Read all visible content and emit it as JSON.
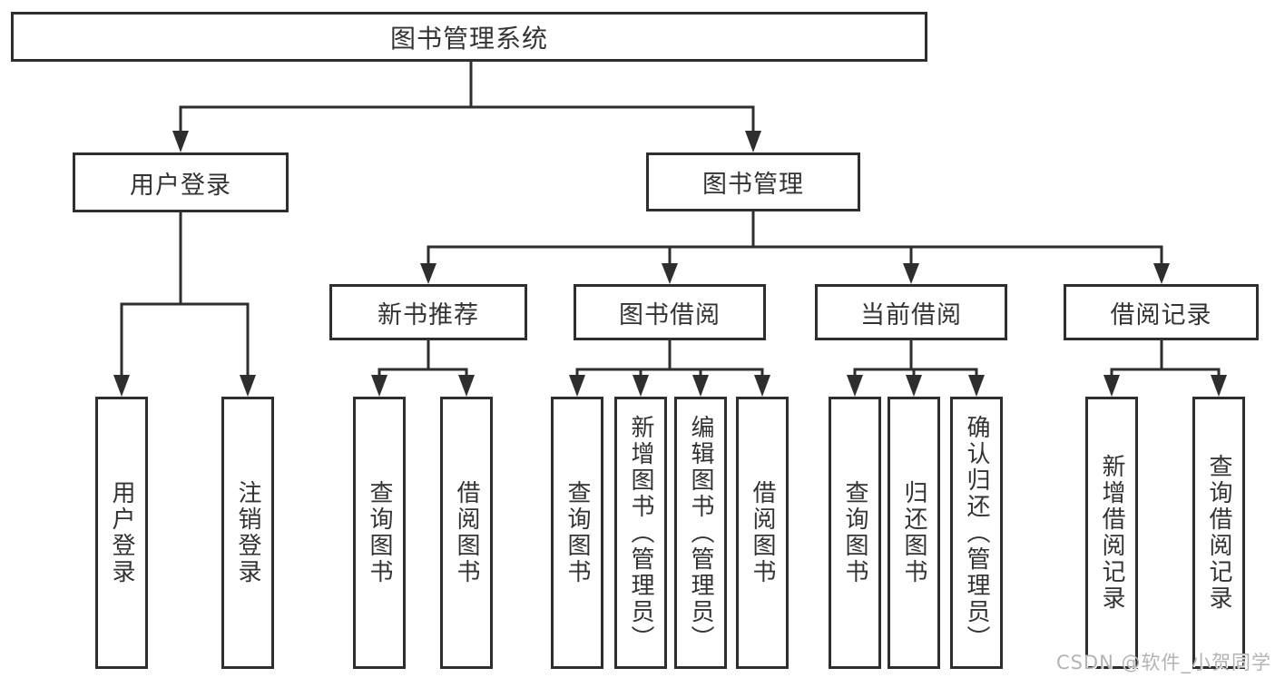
{
  "root": {
    "label": "图书管理系统"
  },
  "branches": [
    {
      "label": "用户登录",
      "children": [
        {
          "label": "用户登录"
        },
        {
          "label": "注销登录"
        }
      ]
    },
    {
      "label": "图书管理",
      "groups": [
        {
          "label": "新书推荐",
          "children": [
            {
              "label": "查询图书"
            },
            {
              "label": "借阅图书"
            }
          ]
        },
        {
          "label": "图书借阅",
          "children": [
            {
              "label": "查询图书"
            },
            {
              "label": "新增图书（管理员）"
            },
            {
              "label": "编辑图书（管理员）"
            },
            {
              "label": "借阅图书"
            }
          ]
        },
        {
          "label": "当前借阅",
          "children": [
            {
              "label": "查询图书"
            },
            {
              "label": "归还图书"
            },
            {
              "label": "确认归还（管理员）"
            }
          ]
        },
        {
          "label": "借阅记录",
          "children": [
            {
              "label": "新增借阅记录"
            },
            {
              "label": "查询借阅记录"
            }
          ]
        }
      ]
    }
  ],
  "watermark": {
    "text": "CSDN @软件_小贺同学"
  },
  "colors": {
    "line": "#2e2e2e",
    "text": "#333333",
    "box_background": "#ffffff",
    "watermark": "#b3b3b3"
  }
}
